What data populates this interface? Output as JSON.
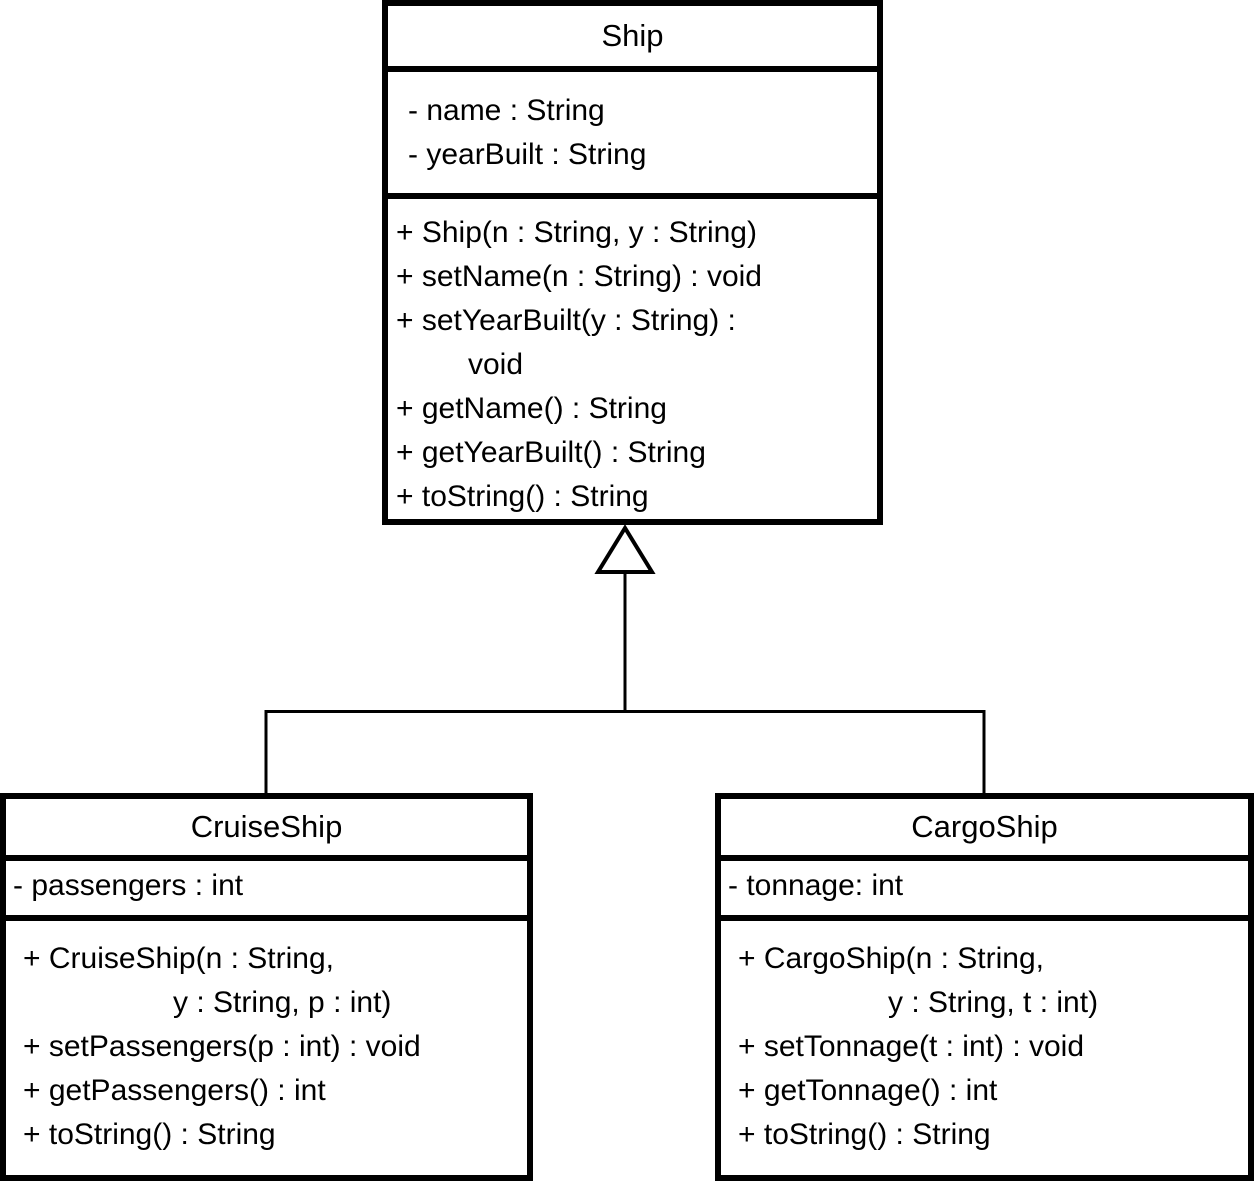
{
  "diagram": {
    "type": "uml-class-diagram",
    "colors": {
      "stroke": "#000000",
      "background": "#ffffff",
      "text": "#000000"
    },
    "classes": {
      "ship": {
        "name": "Ship",
        "attributes": [
          "- name : String",
          "- yearBuilt : String"
        ],
        "method_lines": [
          "+ Ship(n : String, y : String)",
          "+ setName(n : String) : void",
          "+ setYearBuilt(y : String) :",
          "void",
          "+ getName() : String",
          "+ getYearBuilt() : String",
          "+ toString() : String"
        ]
      },
      "cruiseship": {
        "name": "CruiseShip",
        "attributes": [
          "- passengers : int"
        ],
        "method_lines": [
          "+ CruiseShip(n : String,",
          "y : String, p : int)",
          "+ setPassengers(p : int) : void",
          "+ getPassengers() : int",
          "+ toString() : String"
        ]
      },
      "cargoship": {
        "name": "CargoShip",
        "attributes": [
          "- tonnage: int"
        ],
        "method_lines": [
          "+ CargoShip(n : String,",
          "y : String, t : int)",
          "+ setTonnage(t : int) : void",
          "+ getTonnage() : int",
          "+ toString() : String"
        ]
      }
    },
    "relationships": [
      {
        "type": "generalization",
        "from": "CruiseShip",
        "to": "Ship"
      },
      {
        "type": "generalization",
        "from": "CargoShip",
        "to": "Ship"
      }
    ]
  }
}
